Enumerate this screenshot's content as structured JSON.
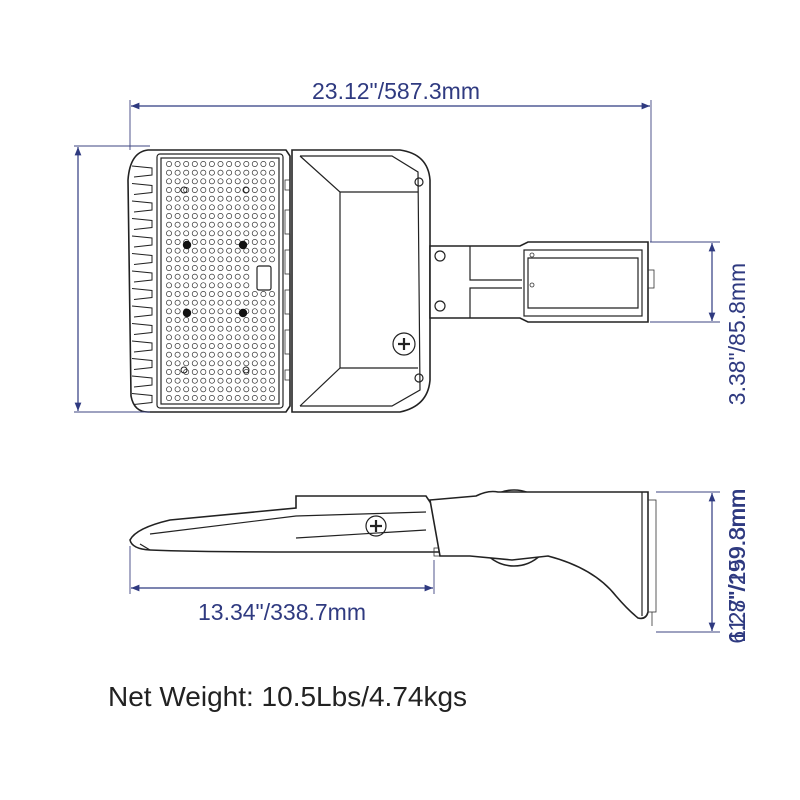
{
  "dimensions": {
    "overall_length": "23.12\"/587.3mm",
    "mount_width": "3.38\"/85.8mm",
    "body_length": "13.34\"/338.7mm",
    "side_height_a": "6.27\"/159.3mm",
    "side_height_b": "11.8\"/299.8mm"
  },
  "net_weight": "Net Weight: 10.5Lbs/4.74kgs"
}
